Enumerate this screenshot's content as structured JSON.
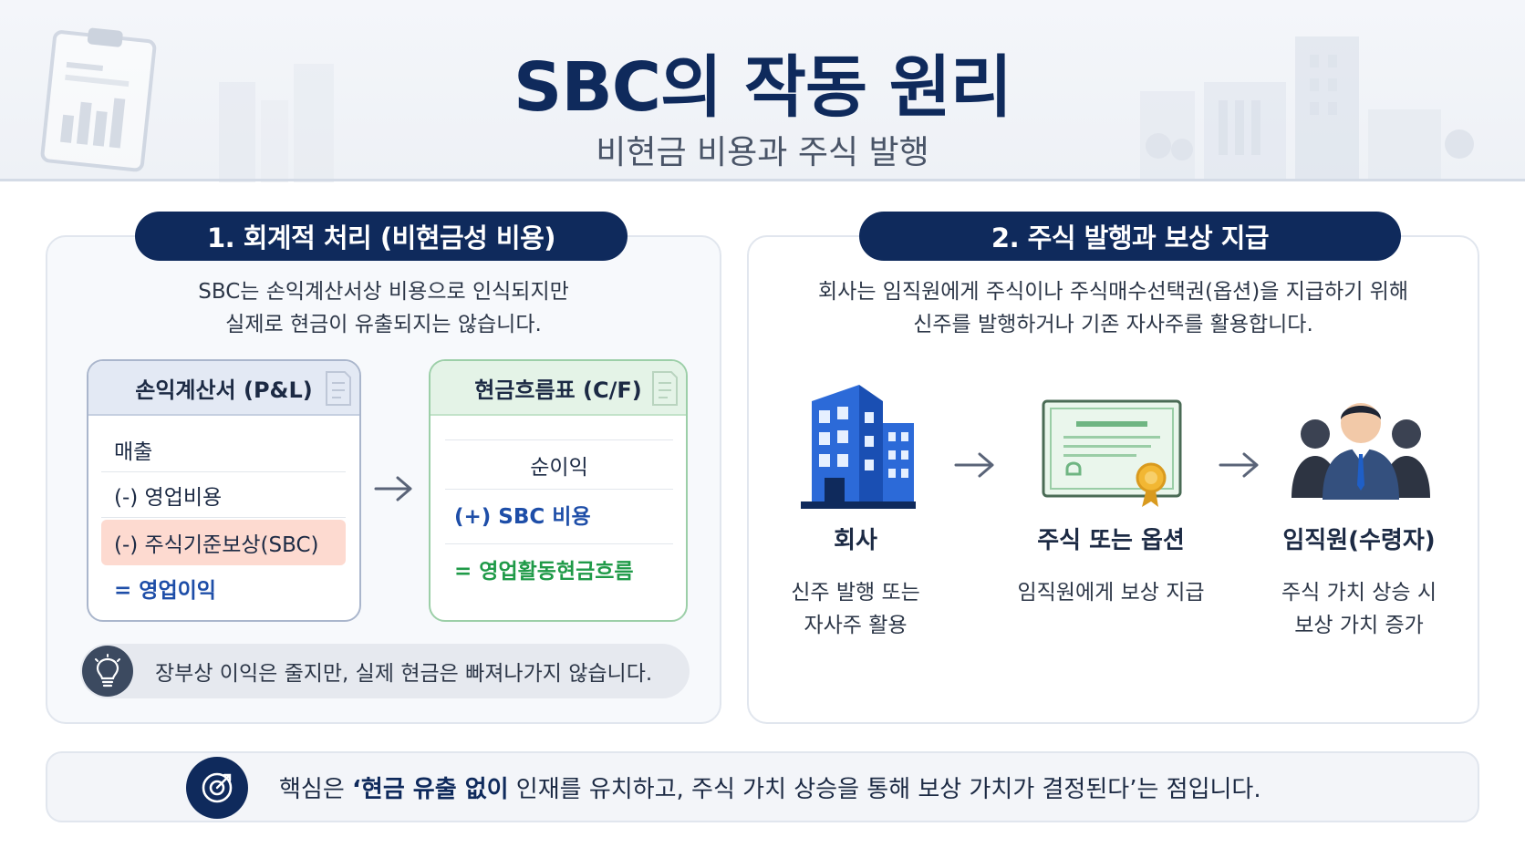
{
  "header": {
    "title": "SBC의 작동 원리",
    "subtitle": "비현금 비용과 주식 발행"
  },
  "left_panel": {
    "pill": "1. 회계적 처리 (비현금성 비용)",
    "desc_line1": "SBC는 손익계산서상 비용으로 인식되지만",
    "desc_line2": "실제로 현금이 유출되지는 않습니다.",
    "income_statement": {
      "title": "손익계산서 (P&L)",
      "rows": [
        "매출",
        "(-) 영업비용",
        "(-) 주식기준보상(SBC)",
        "= 영업이익"
      ]
    },
    "cash_flow": {
      "title": "현금흐름표 (C/F)",
      "rows": [
        "순이익",
        "(+) SBC 비용",
        "= 영업활동현금흐름"
      ]
    },
    "tip": "장부상 이익은 줄지만, 실제 현금은 빠져나가지 않습니다."
  },
  "right_panel": {
    "pill": "2. 주식 발행과 보상 지급",
    "desc_line1": "회사는 임직원에게 주식이나 주식매수선택권(옵션)을 지급하기 위해",
    "desc_line2": "신주를 발행하거나 기존 자사주를 활용합니다.",
    "flow": [
      {
        "icon": "building-icon",
        "label": "회사",
        "sub1": "신주 발행 또는",
        "sub2": "자사주 활용"
      },
      {
        "icon": "certificate-icon",
        "label": "주식 또는 옵션",
        "sub1": "임직원에게 보상 지급",
        "sub2": ""
      },
      {
        "icon": "people-icon",
        "label": "임직원(수령자)",
        "sub1": "주식 가치 상승 시",
        "sub2": "보상 가치 증가"
      }
    ]
  },
  "bottom": {
    "prefix": "핵심은 ",
    "emphasis": "‘현금 유출 없이",
    "suffix": " 인재를 유치하고, 주식 가치 상승을 통해 보상 가치가 결정된다’는 점입니다."
  },
  "colors": {
    "navy": "#0f2a5c",
    "sbc_highlight": "#fddad0",
    "blue_text": "#1e4ea8",
    "green_text": "#1f9a48"
  }
}
